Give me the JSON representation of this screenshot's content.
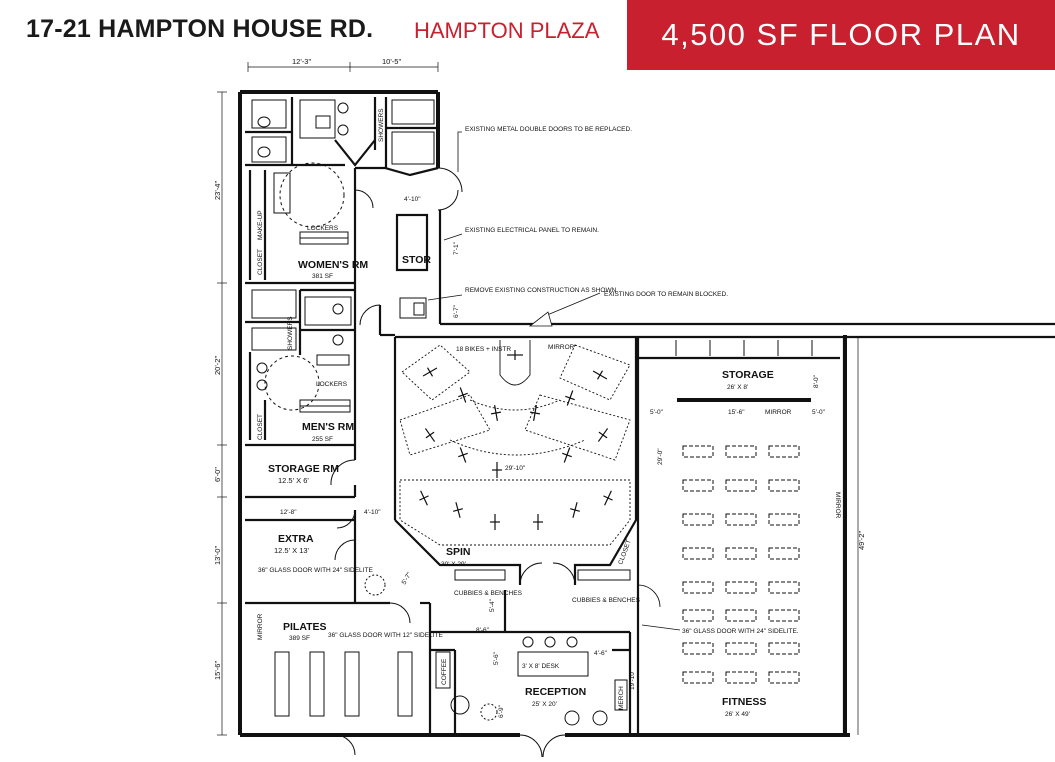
{
  "header": {
    "address": "17-21 HAMPTON HOUSE RD.",
    "plaza": "HAMPTON PLAZA",
    "plan_title": "4,500 SF FLOOR PLAN"
  },
  "colors": {
    "accent_red": "#c8202e",
    "ink": "#111111"
  },
  "rooms": {
    "womens": {
      "name": "WOMEN'S RM",
      "area": "381 SF"
    },
    "mens": {
      "name": "MEN'S RM",
      "area": "255 SF"
    },
    "storage_rm": {
      "name": "STORAGE RM",
      "size": "12.5' X 6'"
    },
    "extra": {
      "name": "EXTRA",
      "size": "12.5' X 13'"
    },
    "pilates": {
      "name": "PILATES",
      "area": "389 SF"
    },
    "spin": {
      "name": "SPIN",
      "size": "30' X 29'"
    },
    "storage": {
      "name": "STORAGE",
      "size": "26' X 8'"
    },
    "fitness": {
      "name": "FITNESS",
      "size": "26' X 49'"
    },
    "reception": {
      "name": "RECEPTION",
      "size": "25' X 20'"
    },
    "stor": {
      "name": "STOR"
    }
  },
  "labels": {
    "lockers_w": "LOCKERS",
    "lockers_m": "LOCKERS",
    "showers_w": "SHOWERS",
    "showers_m": "SHOWERS",
    "makeup": "MAKE-UP",
    "closet_w": "CLOSET",
    "closet_m": "CLOSET",
    "closet_spin": "CLOSET",
    "bikes": "18 BIKES + INSTR",
    "mirror_spin": "MIRROR",
    "mirror_storage": "MIRROR",
    "mirror_fitness": "MIRROR",
    "mirror_pilates": "MIRROR",
    "cubbies_left": "CUBBIES & BENCHES",
    "cubbies_right": "CUBBIES & BENCHES",
    "coffee": "COFFEE",
    "merch": "MERCH",
    "desk": "3' X 8' DESK",
    "glass_door_extra": "36\" GLASS DOOR WITH 24\" SIDELITE",
    "glass_door_pilates": "36\" GLASS DOOR WITH 12\" SIDELITE",
    "glass_door_fitness": "36\" GLASS DOOR WITH 24\" SIDELITE."
  },
  "notes": {
    "metal_doors": "EXISTING METAL DOUBLE DOORS TO BE REPLACED.",
    "electrical": "EXISTING ELECTRICAL PANEL TO REMAIN.",
    "remove": "REMOVE EXISTING CONSTRUCTION AS SHOWN.",
    "door_blocked": "EXISTING DOOR TO REMAIN BLOCKED."
  },
  "dimensions": {
    "top_left": "12'-3\"",
    "top_right": "10'-5\"",
    "left_1": "23'-4\"",
    "left_2": "20'-2\"",
    "left_3": "6'-0\"",
    "left_4": "13'-0\"",
    "left_5": "15'-6\"",
    "corridor_top": "4'-10\"",
    "corridor_mid": "4'-10\"",
    "stor_h": "7'-1\"",
    "jsc_h": "6'-7\"",
    "storage_rm_w": "12'-8\"",
    "spin_h": "29'-0\"",
    "spin_inner": "29'-10\"",
    "storage_h": "8'-0\"",
    "mirror_w": "15'-6\"",
    "side_l": "5'-0\"",
    "side_r": "5'-0\"",
    "right_total": "49'-2\"",
    "entry": "5'-7\"",
    "cubby_h": "5'-4\"",
    "rec_1": "8'-6\"",
    "rec_2": "5'-6\"",
    "rec_3": "4'-6\"",
    "rec_h": "19'-10\"",
    "coffee_d": "6'-9\""
  }
}
